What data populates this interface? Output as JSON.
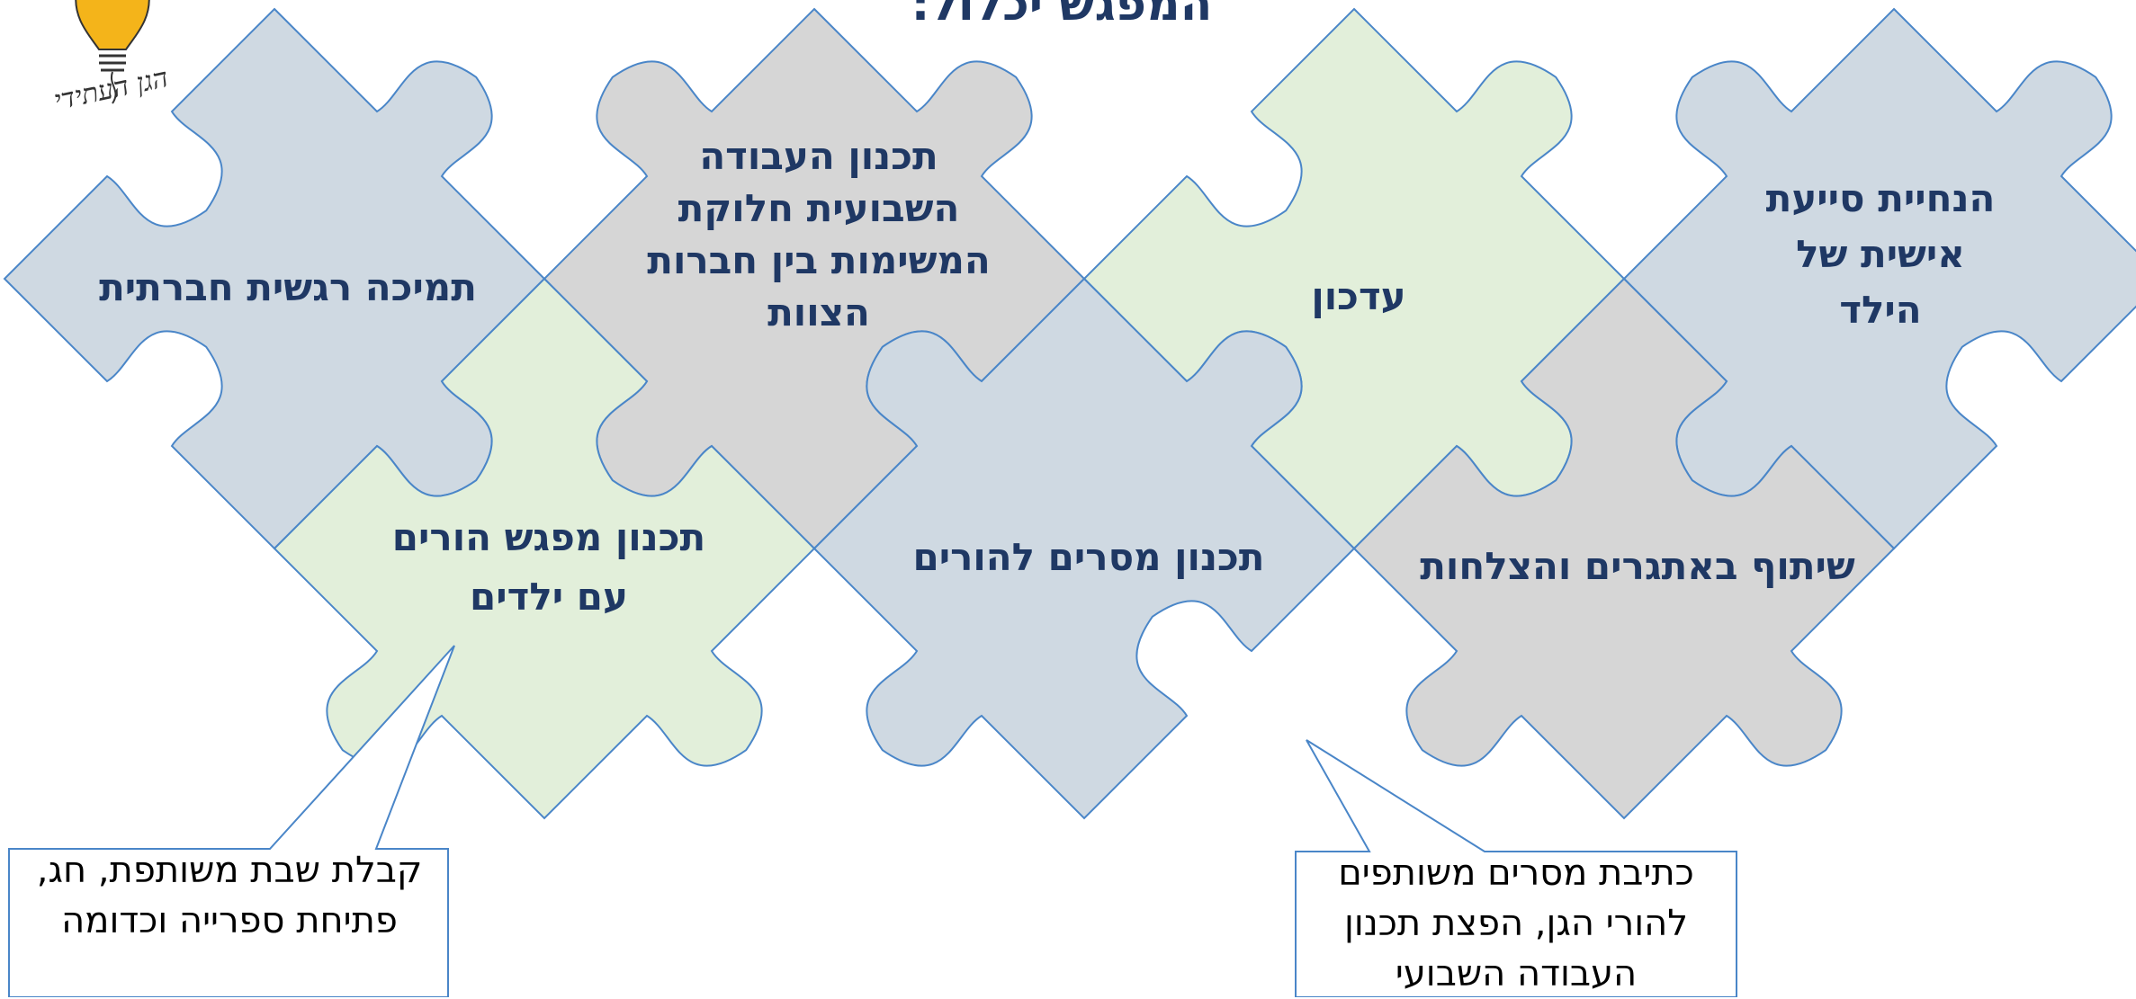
{
  "title": "המפגש יכלול:",
  "logo": {
    "icon": "lightbulb-icon",
    "text": "הגן העתידי"
  },
  "colors": {
    "outline": "#4a86c8",
    "blue_piece": "#cfd9e2",
    "gray_piece": "#d6d6d6",
    "green_piece": "#e2efda",
    "text": "#1f3864",
    "bulb": "#f4b41a"
  },
  "pieces": [
    {
      "color": "blue",
      "label": "תמיכה רגשית חברתית"
    },
    {
      "color": "gray",
      "label": "תכנון העבודה השבועית חלוקת המשימות בין חברות הצוות"
    },
    {
      "color": "green",
      "label": "עדכון"
    },
    {
      "color": "blue",
      "label": "הנחיית סייעת אישית של הילד"
    },
    {
      "color": "green",
      "label": "תכנון מפגש הורים עם ילדים"
    },
    {
      "color": "blue",
      "label": "תכנון מסרים להורים"
    },
    {
      "color": "gray",
      "label": "שיתוף באתגרים והצלחות"
    }
  ],
  "callouts": [
    {
      "text": "קבלת שבת משותפת, חג, פתיחת ספרייה וכדומה"
    },
    {
      "text": "כתיבת מסרים משותפים להורי הגן, הפצת תכנון העבודה השבועי"
    }
  ]
}
